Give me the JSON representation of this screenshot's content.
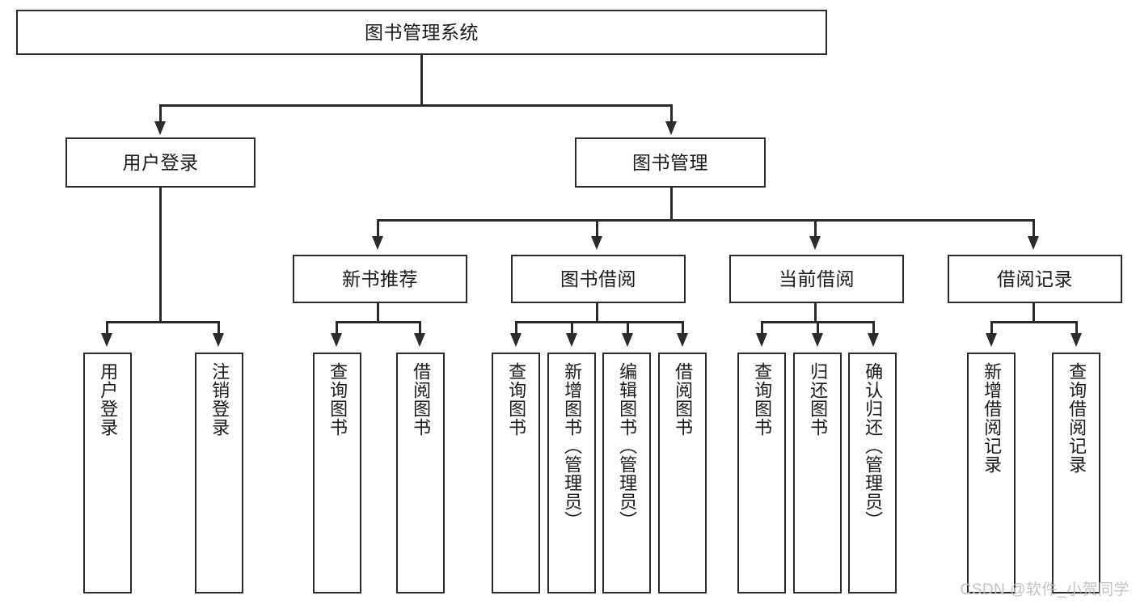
{
  "diagram": {
    "type": "tree-hierarchy",
    "title": "图书管理系统",
    "watermark": "CSDN @软件_小贺同学",
    "root": {
      "label": "图书管理系统"
    },
    "level2": [
      {
        "label": "用户登录"
      },
      {
        "label": "图书管理"
      }
    ],
    "level3": [
      {
        "label": "新书推荐"
      },
      {
        "label": "图书借阅"
      },
      {
        "label": "当前借阅"
      },
      {
        "label": "借阅记录"
      }
    ],
    "leaves": {
      "user_login": [
        {
          "label": "用户登录"
        },
        {
          "label": "注销登录"
        }
      ],
      "new_book_recommend": [
        {
          "label": "查询图书"
        },
        {
          "label": "借阅图书"
        }
      ],
      "book_borrow": [
        {
          "label": "查询图书"
        },
        {
          "label": "新增图书（管理员）"
        },
        {
          "label": "编辑图书（管理员）"
        },
        {
          "label": "借阅图书"
        }
      ],
      "current_borrow": [
        {
          "label": "查询图书"
        },
        {
          "label": "归还图书"
        },
        {
          "label": "确认归还（管理员）"
        }
      ],
      "borrow_record": [
        {
          "label": "新增借阅记录"
        },
        {
          "label": "查询借阅记录"
        }
      ]
    },
    "colors": {
      "stroke": "#2b2b2b",
      "fill": "#ffffff",
      "text": "#1a1a1a",
      "watermark": "#c2c2c2"
    }
  }
}
